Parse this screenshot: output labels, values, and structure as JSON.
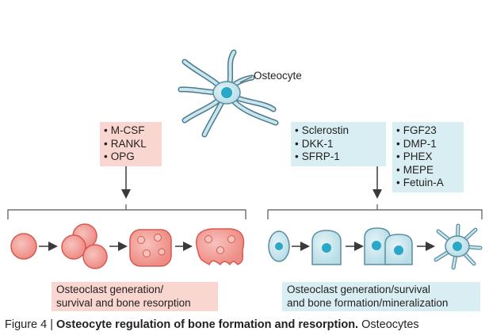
{
  "osteocyte_label": "Osteocyte",
  "left_factors": [
    "M-CSF",
    "RANKL",
    "OPG"
  ],
  "middle_factors": [
    "Sclerostin",
    "DKK-1",
    "SFRP-1"
  ],
  "right_factors": [
    "FGF23",
    "DMP-1",
    "PHEX",
    "MEPE",
    "Fetuin-A"
  ],
  "left_outcome": [
    "Osteoclast generation/",
    "survival and bone resorption"
  ],
  "right_outcome": [
    "Osteoclast generation/survival",
    "and bone formation/mineralization"
  ],
  "caption": {
    "prefix": "Figure 4 | ",
    "title": "Osteocyte regulation of bone formation and resorption.",
    "rest": " Osteocytes"
  },
  "colors": {
    "osteoclast_fill": "#f2a09a",
    "osteoclast_stroke": "#d9584f",
    "osteoblast_fill": "#c9e6ee",
    "osteoblast_stroke": "#5a8ea0",
    "nucleus": "#2aa8c8",
    "pink_box": "#f9d6cf",
    "blue_box": "#d9eef2"
  }
}
